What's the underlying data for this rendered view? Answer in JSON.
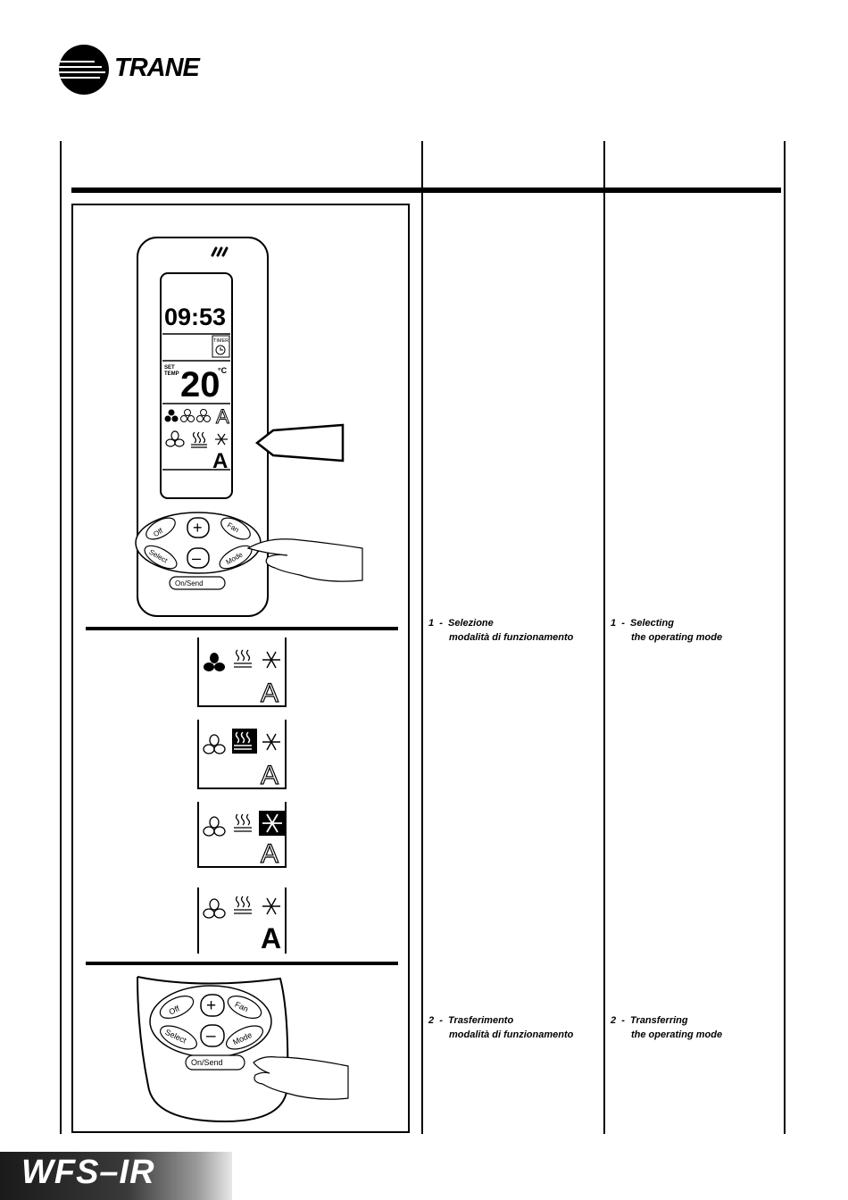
{
  "header": {
    "brand": "TRANE"
  },
  "remote": {
    "clock": "09:53",
    "timer_label": "TIMER",
    "set_label": "SET",
    "temp_label": "TEMP",
    "temperature": "20",
    "unit": "°C",
    "auto_symbol": "A",
    "buttons": {
      "off": "Off",
      "fan": "Fan",
      "select": "Select",
      "mode": "Mode",
      "plus": "+",
      "minus": "–",
      "on_send": "On/Send"
    }
  },
  "mode_screens": [
    {
      "active": "fan",
      "auto_symbol": "A"
    },
    {
      "active": "heat",
      "auto_symbol": "A"
    },
    {
      "active": "cool",
      "auto_symbol": "A"
    },
    {
      "active": "auto",
      "auto_symbol": "A"
    }
  ],
  "steps": [
    {
      "number": "1",
      "it_line1": "Selezione",
      "it_line2": "modalità di funzionamento",
      "en_line1": "Selecting",
      "en_line2": "the operating mode"
    },
    {
      "number": "2",
      "it_line1": "Trasferimento",
      "it_line2": "modalità di funzionamento",
      "en_line1": "Transferring",
      "en_line2": "the operating mode"
    }
  ],
  "footer": {
    "model": "WFS–IR"
  }
}
